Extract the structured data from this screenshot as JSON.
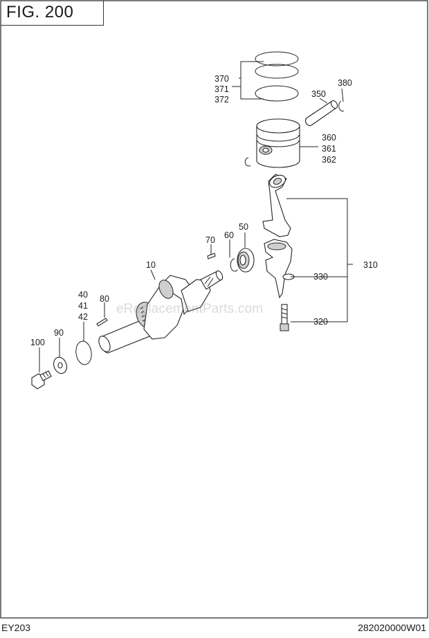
{
  "figure": {
    "title": "FIG. 200"
  },
  "footer": {
    "model": "EY203",
    "code": "282020000W01"
  },
  "watermark": "eReplacementParts.com",
  "labels": {
    "p370": "370",
    "p371": "371",
    "p372": "372",
    "p380": "380",
    "p350": "350",
    "p360": "360",
    "p361": "361",
    "p362": "362",
    "p50": "50",
    "p60": "60",
    "p70": "70",
    "p10": "10",
    "p310": "310",
    "p330": "330",
    "p320": "320",
    "p40": "40",
    "p41": "41",
    "p42": "42",
    "p80": "80",
    "p90": "90",
    "p100": "100"
  }
}
